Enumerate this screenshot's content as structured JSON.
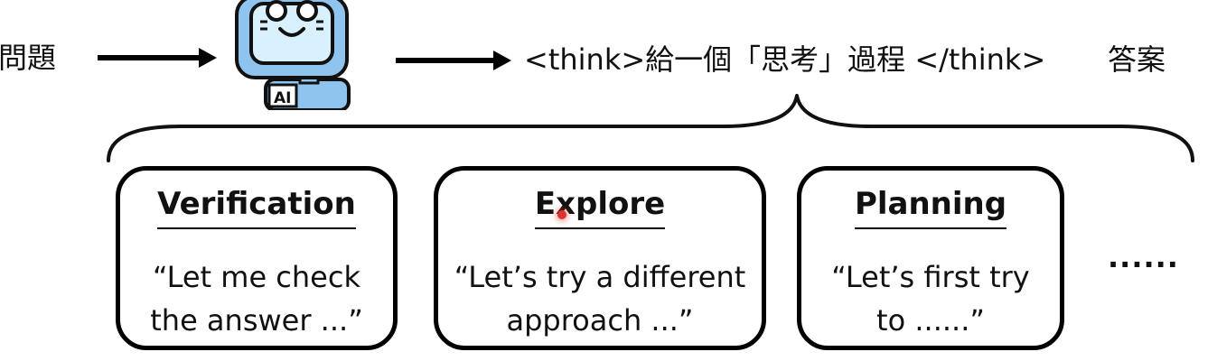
{
  "question_label": "問題",
  "robot": {
    "badge": "AI",
    "icon": "robot-ai-icon"
  },
  "output_text": "<think>給一個「思考」過程 </think>",
  "answer_label": "答案",
  "behaviors": [
    {
      "title": "Verification",
      "quote": "“Let me check\nthe answer ...”"
    },
    {
      "title": "Explore",
      "quote": "“Let’s try a different\napproach ...”"
    },
    {
      "title": "Planning",
      "quote": "“Let’s first try\nto ......”"
    }
  ],
  "more": "......"
}
